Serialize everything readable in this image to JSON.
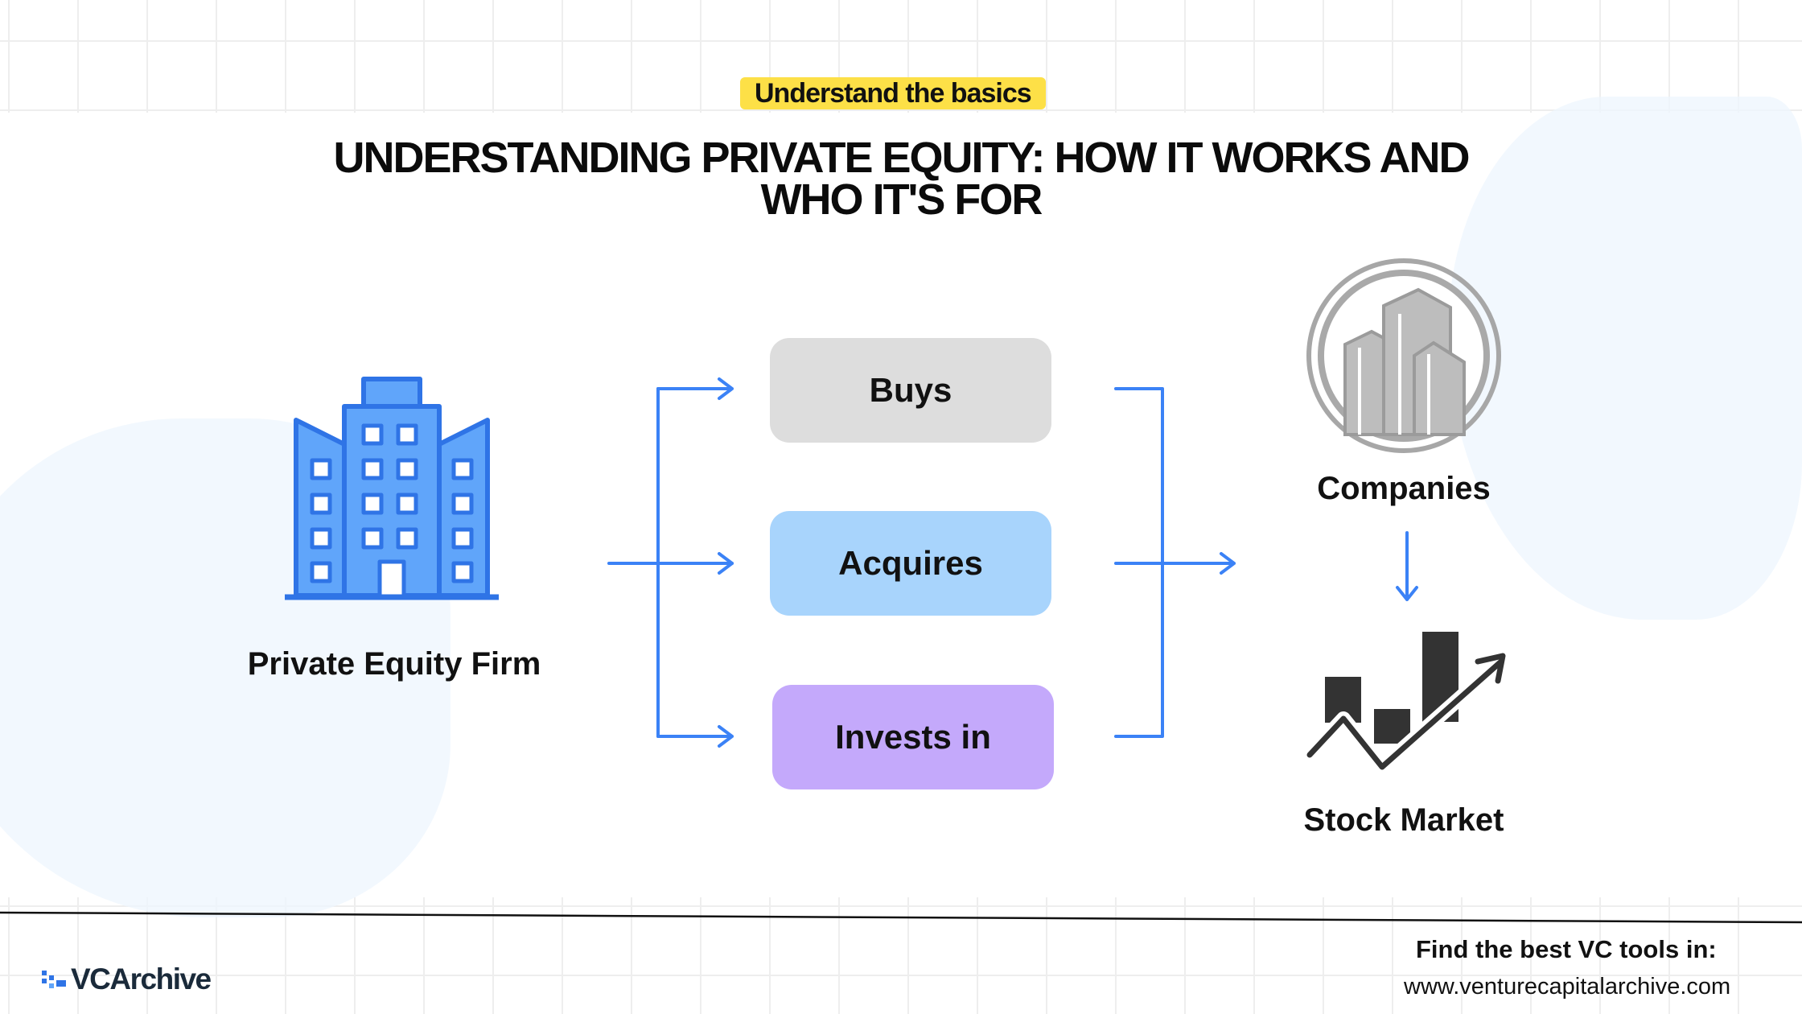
{
  "header": {
    "tag": "Understand the basics",
    "title_line1": "UNDERSTANDING PRIVATE EQUITY: HOW IT WORKS AND",
    "title_line2": "WHO IT'S FOR"
  },
  "diagram": {
    "source_label": "Private Equity Firm",
    "actions": [
      "Buys",
      "Acquires",
      "Invests in"
    ],
    "targets": [
      "Companies",
      "Stock Market"
    ]
  },
  "footer": {
    "cta": "Find the best VC tools in:",
    "url": "www.venturecapitalarchive.com",
    "logo": "VCArchive"
  },
  "colors": {
    "arrow": "#3b82f6",
    "building_fill": "#60a5fa",
    "building_stroke": "#2f74e6",
    "tag_bg": "#fde047",
    "buys_bg": "#dddddd",
    "acquires_bg": "#a8d4fc",
    "invests_bg": "#c4a9fb",
    "companies_icon": "#9b9b9b",
    "stock_icon": "#333333"
  },
  "icons": {
    "source": "office-building-icon",
    "companies": "skyscrapers-icon",
    "stock_market": "stock-chart-icon",
    "logo": "vcarchive-logo-icon"
  }
}
